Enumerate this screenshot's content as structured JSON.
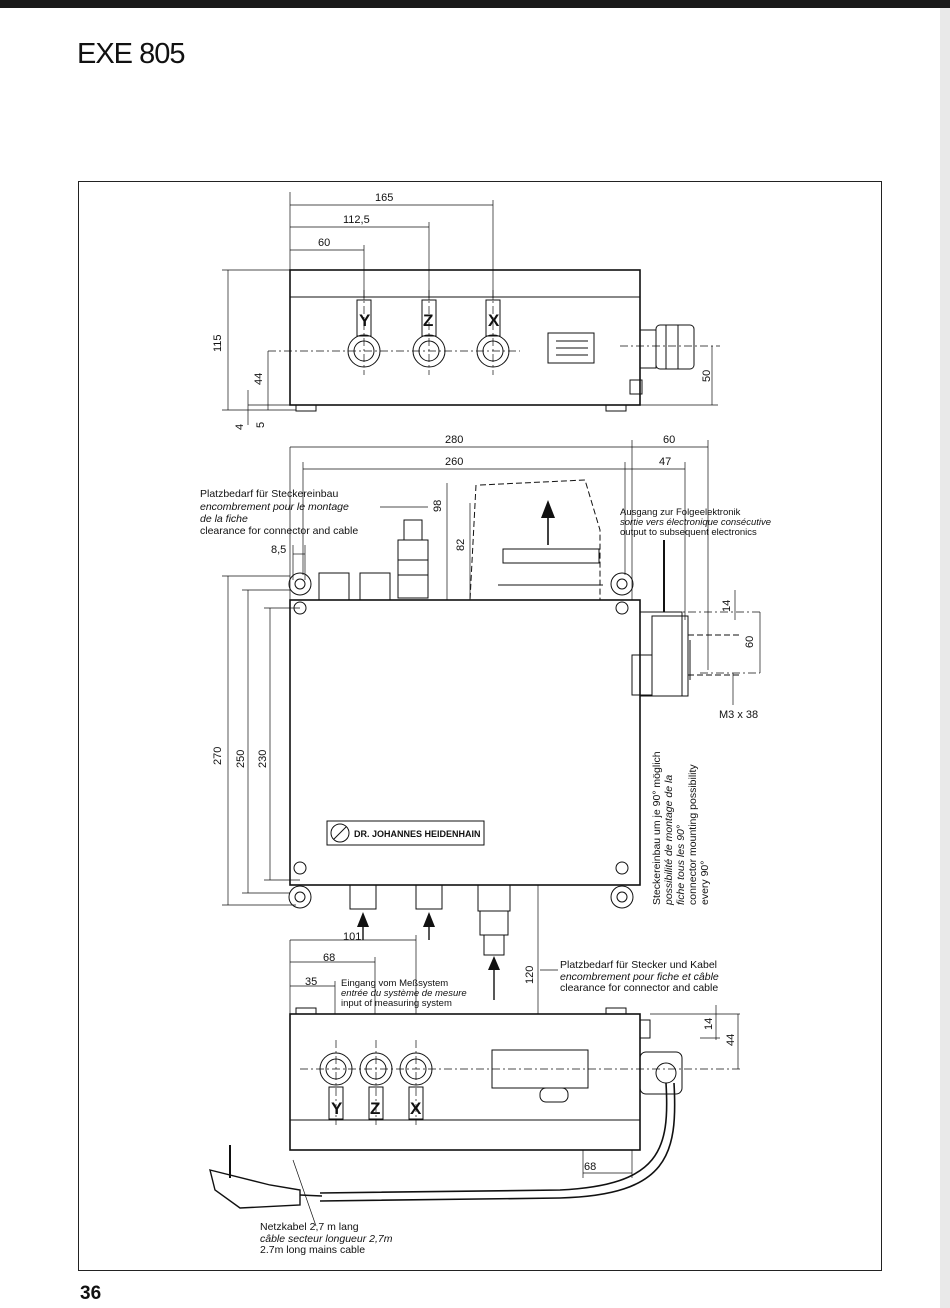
{
  "header": {
    "title": "EXE 805"
  },
  "footer": {
    "page_number": "36"
  },
  "dimensions": {
    "top": [
      "165",
      "112,5",
      "60",
      "115",
      "44",
      "4",
      "5",
      "50"
    ],
    "mid": [
      "280",
      "260",
      "60",
      "47",
      "98",
      "82",
      "8,5",
      "14",
      "60",
      "270",
      "250",
      "230",
      "120",
      "101",
      "68",
      "35"
    ],
    "bottom": [
      "14",
      "44",
      "68"
    ]
  },
  "labels": {
    "axis_y": "Y",
    "axis_z": "Z",
    "axis_x": "X",
    "screw": "M3 x 38",
    "brand": "DR. JOHANNES HEIDENHAIN"
  },
  "notes": {
    "clearance_top": [
      "Platzbedarf für Steckereinbau",
      "encombrement pour le montage",
      "de la fiche",
      "clearance for connector and cable"
    ],
    "output": [
      "Ausgang zur Folgeelektronik",
      "sortie vers électronique consécutive",
      "output to subsequent electronics"
    ],
    "rotation": [
      "Steckereinbau um je 90° möglich",
      "possibilité de montage de la",
      "fiche tous les 90°",
      "connector mounting possibility",
      "every 90°"
    ],
    "clearance_bottom": [
      "Platzbedarf für Stecker und Kabel",
      "encombrement pour fiche et câble",
      "clearance for connector and cable"
    ],
    "input": [
      "Eingang vom Meßsystem",
      "entrée du système de mesure",
      "input of measuring system"
    ],
    "mains": [
      "Netzkabel 2,7 m lang",
      "câble secteur longueur 2,7m",
      "2.7m long mains cable"
    ]
  }
}
